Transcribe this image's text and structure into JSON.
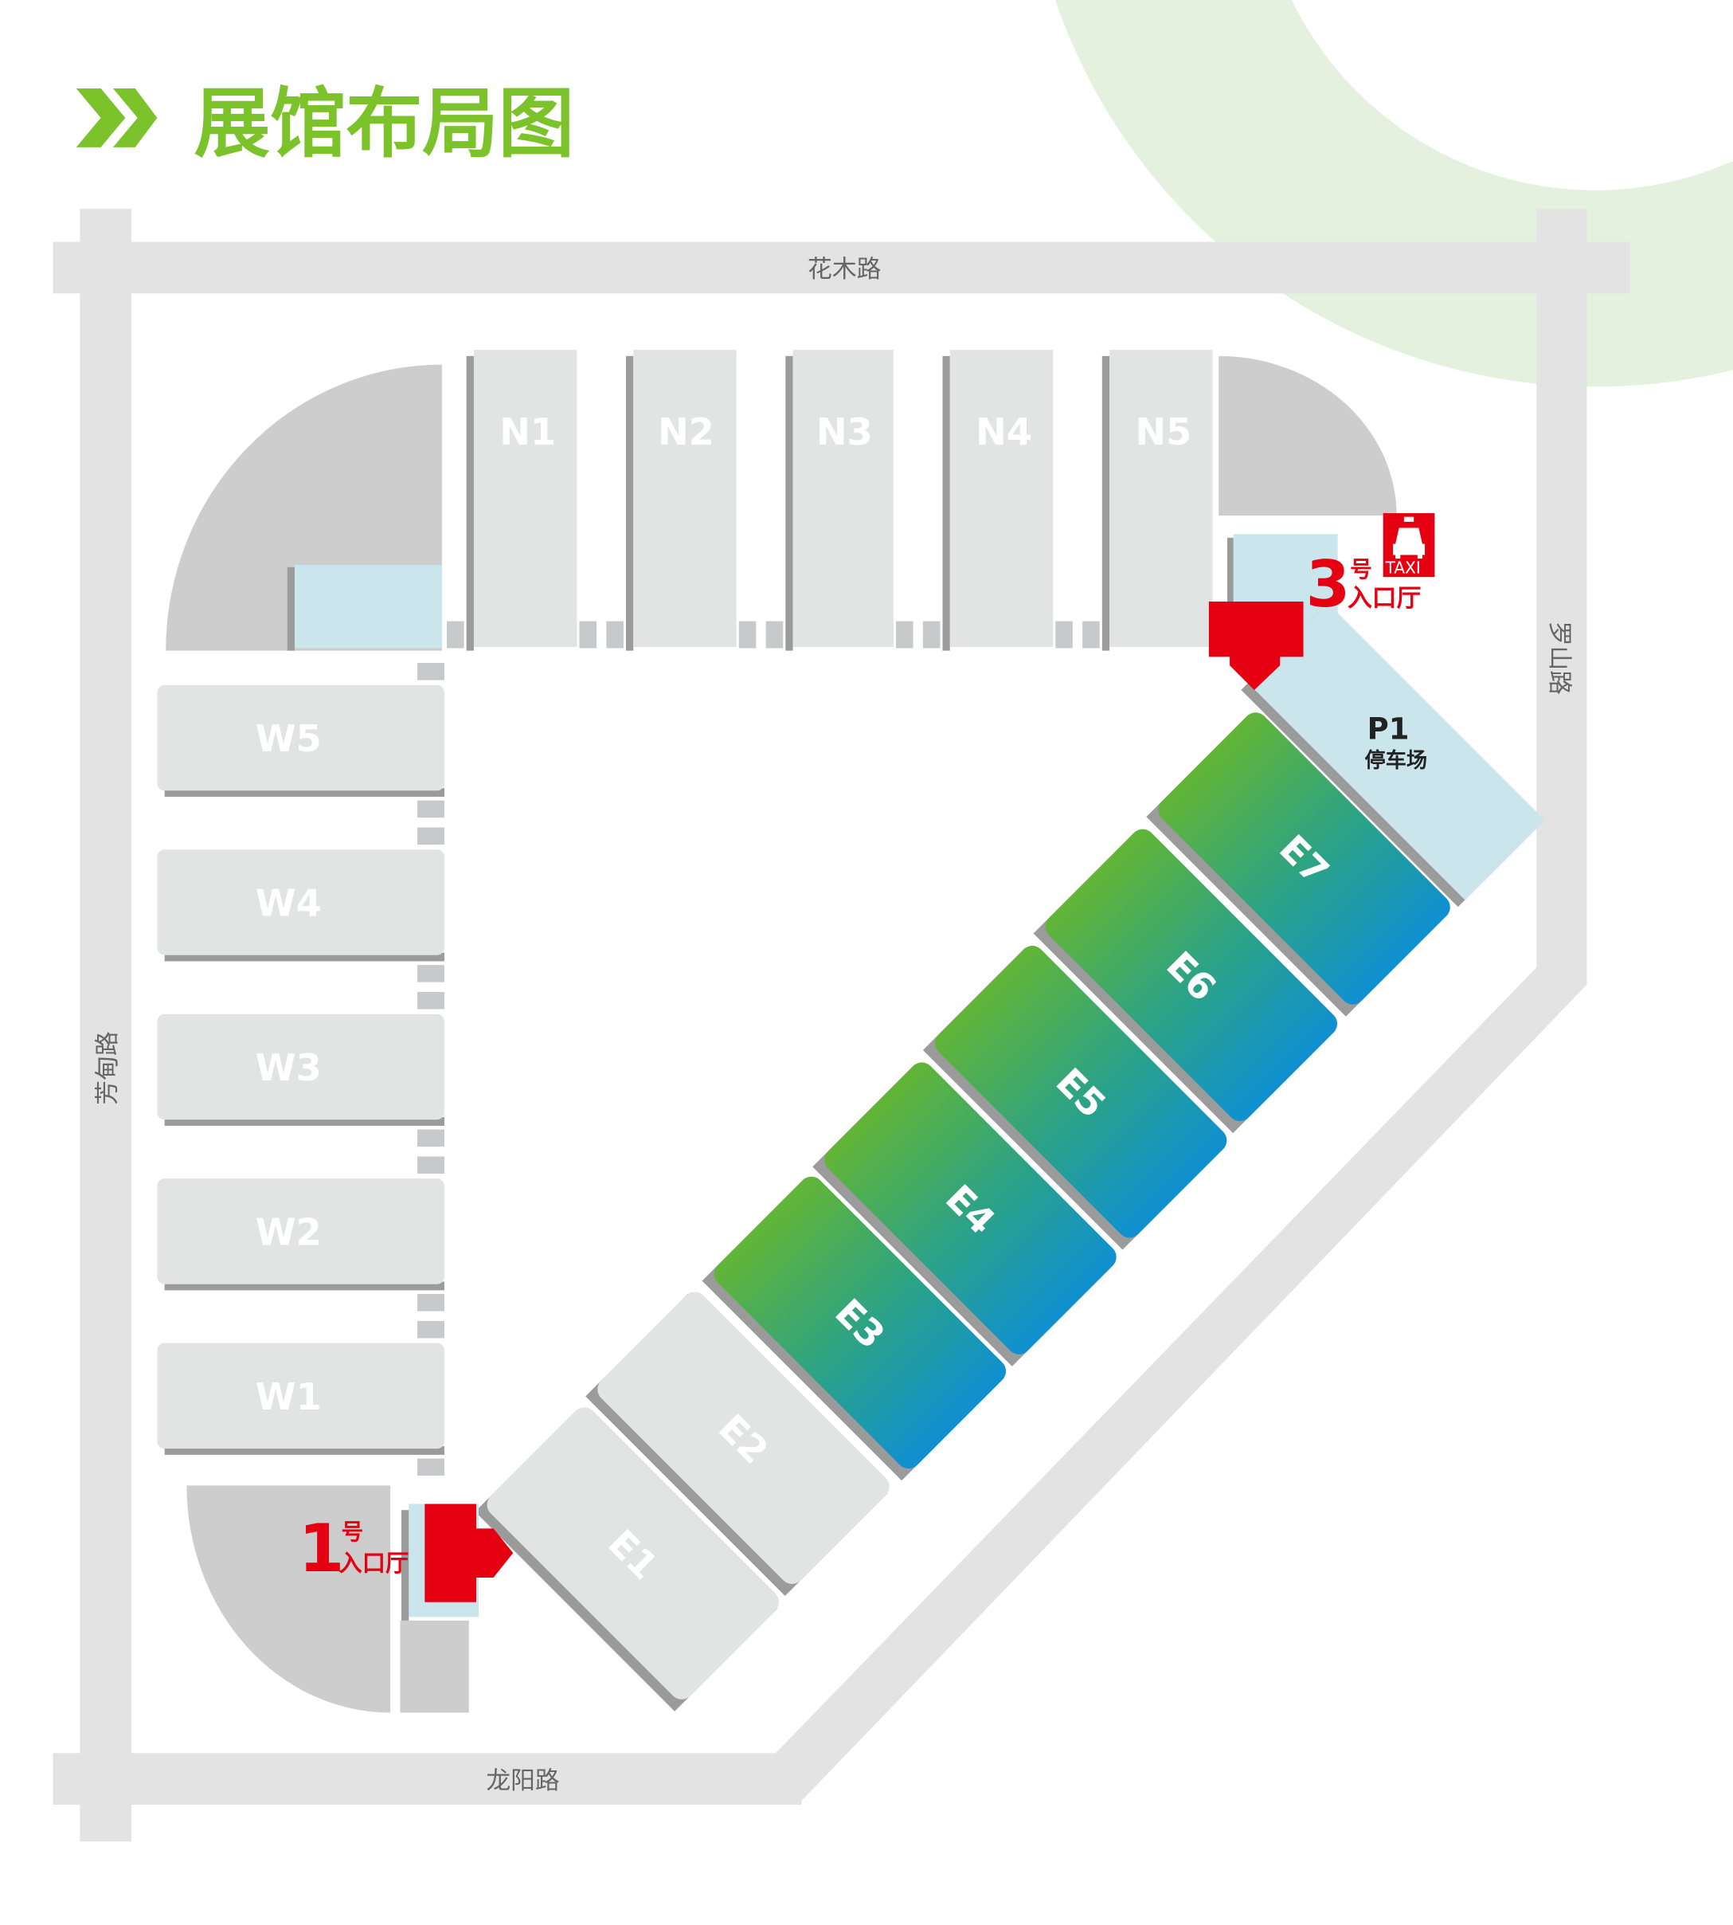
{
  "title": "展馆布局图",
  "colors": {
    "accent": "#7cc22a",
    "entrance": "#e50012",
    "hall": "#e2e3e3",
    "road": "#e3e3e3",
    "parking": "#cae6ec",
    "hall_green": "#62b535",
    "hall_blue": "#0f90d2"
  },
  "roads": {
    "north": "花木路",
    "south": "龙阳路",
    "west": "芳甸路",
    "east": "罗山路"
  },
  "north_halls": [
    "N1",
    "N2",
    "N3",
    "N4",
    "N5"
  ],
  "west_halls": [
    "W5",
    "W4",
    "W3",
    "W2",
    "W1"
  ],
  "east_halls": [
    "E7",
    "E6",
    "E5",
    "E4",
    "E3",
    "E2",
    "E1"
  ],
  "entrance_1": {
    "number": "1",
    "suffix": "号",
    "label": "入口厅"
  },
  "entrance_3": {
    "number": "3",
    "suffix": "号",
    "label": "入口厅"
  },
  "taxi": {
    "label": "TAXI",
    "icon": "taxi-icon"
  },
  "parking": {
    "code": "P1",
    "label": "停车场"
  }
}
